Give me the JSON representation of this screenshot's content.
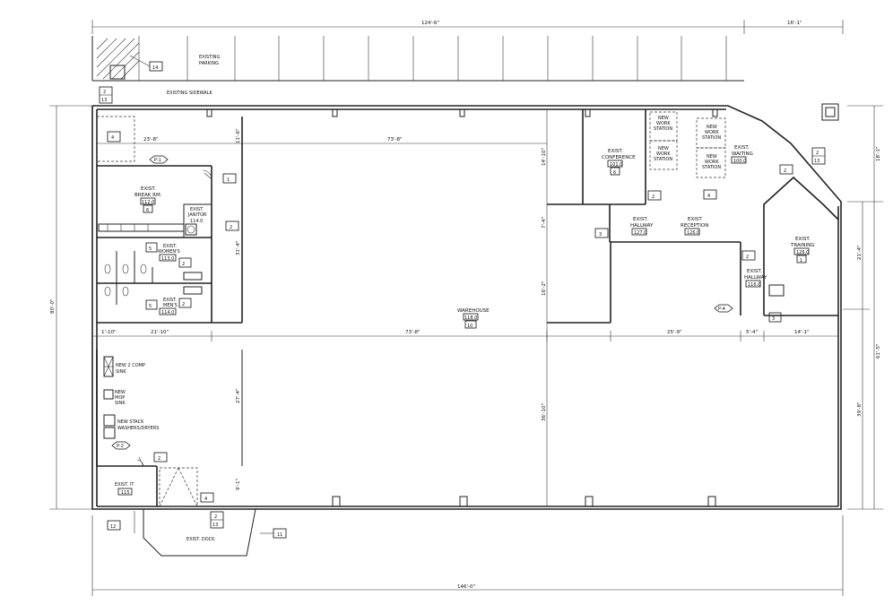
{
  "labels": {
    "existing_parking": [
      "EXISTING",
      "PARKING"
    ],
    "existing_sidewalk": "EXISTING SIDEWALK",
    "break_room": [
      "EXIST.",
      "BREAK RM.",
      "112.0",
      "6"
    ],
    "janitor": [
      "EXIST.",
      "JANITOR",
      "114.0"
    ],
    "womens": [
      "EXIST.",
      "WOMEN'S",
      "113.0"
    ],
    "mens": [
      "EXIST.",
      "MEN'S",
      "114.0"
    ],
    "conference": [
      "EXIST.",
      "CONFERENCE",
      "101.0",
      "6"
    ],
    "hallway_1": [
      "EXIST.",
      "HALLWAY",
      "127.0"
    ],
    "reception": [
      "EXIST.",
      "RECEPTION",
      "126.0"
    ],
    "waiting": [
      "EXIST.",
      "WAITING",
      "100.0"
    ],
    "training": [
      "EXIST.",
      "TRAINING",
      "126.0",
      "1"
    ],
    "hallway_2": [
      "EXIST.",
      "HALLWAY",
      "116.0"
    ],
    "warehouse": [
      "WAREHOUSE",
      "118.0",
      "10"
    ],
    "it_room": [
      "EXIST. IT",
      "115"
    ],
    "dock": "EXIST. DOCK",
    "work_stations": [
      "NEW",
      "WORK",
      "STATION"
    ],
    "comp_sink": [
      "NEW 2 COMP",
      "SINK"
    ],
    "mop_sink": [
      "NEW",
      "MOP",
      "SINK"
    ],
    "washers": [
      "NEW STACK",
      "WASHERS/DRYERS"
    ]
  },
  "dimensions": {
    "top_overall": "124'-6\"",
    "top_right": "16'-1\"",
    "bottom_overall": "146'-0\"",
    "left_overall": "80'-0\"",
    "break_width": "23'-8\"",
    "warehouse_width_top": "73'-8\"",
    "side_top_1": "11'-6\"",
    "side_conf": "14'-10\"",
    "side_hall": "7'-4\"",
    "side_mid": "16'-2\"",
    "side_left_mid": "31'-4\"",
    "side_left_low": "27'-4\"",
    "side_left_bot": "9'-1\"",
    "row_left": "1'-10\"",
    "row_2": "21'-10\"",
    "row_3": "73'-8\"",
    "row_4": "25'-9\"",
    "row_5": "5'-4\"",
    "row_6": "14'-1\"",
    "right_1": "18'-1\"",
    "right_2": "21'-4\"",
    "right_3": "61'-5\"",
    "right_4": "39'-8\"",
    "ware_right": "36'-10\""
  },
  "tags": {
    "t14": "14",
    "t2": "2",
    "t13": "13",
    "t4": "4",
    "p1": "P-1",
    "t1": "1",
    "t5": "5",
    "t3": "3",
    "p4": "P-4",
    "p2": "P-2",
    "t12": "12",
    "t11": "11"
  }
}
